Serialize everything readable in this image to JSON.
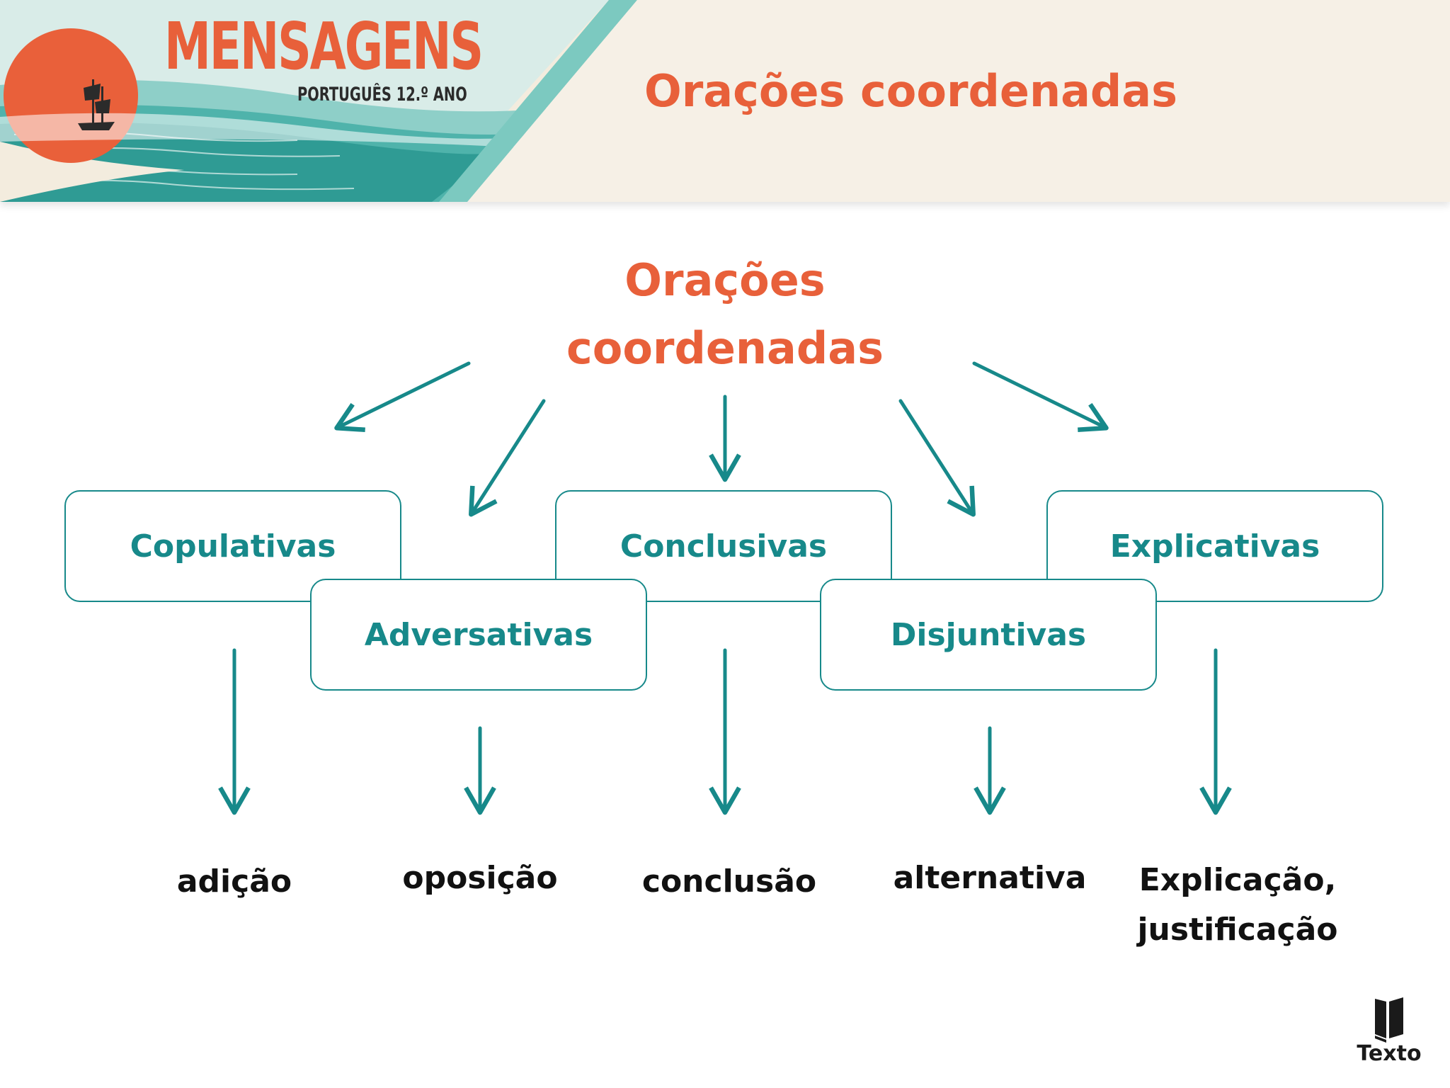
{
  "header": {
    "brand_title": "MENSAGENS",
    "brand_subtitle": "PORTUGUÊS 12.º ANO",
    "title": "Orações coordenadas"
  },
  "diagram": {
    "root": {
      "line1": "Orações",
      "line2": "coordenadas"
    },
    "categories": [
      {
        "label": "Copulativas",
        "meaning": "adição"
      },
      {
        "label": "Adversativas",
        "meaning": "oposição"
      },
      {
        "label": "Conclusivas",
        "meaning": "conclusão"
      },
      {
        "label": "Disjuntivas",
        "meaning": "alternativa"
      },
      {
        "label": "Explicativas",
        "meaning_line1": "Explicação,",
        "meaning_line2": "justificação"
      }
    ]
  },
  "footer": {
    "logo_label": "Texto"
  },
  "colors": {
    "accent_orange": "#e8603a",
    "teal": "#17898a",
    "header_bg": "#f6f0e6"
  }
}
